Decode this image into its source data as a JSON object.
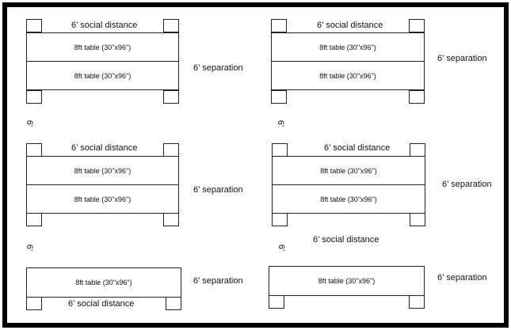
{
  "layout": {
    "social_distance_label": "6’ social distance",
    "separation_label": "6’ separation",
    "table_label": "8ft table (30\"x96\")",
    "side_gap_label": "6’"
  },
  "groups": [
    {
      "name": "top-left",
      "tables": [
        "8ft table (30\"x96\")",
        "8ft table (30\"x96\")"
      ],
      "social_distance": "6’ social distance",
      "separation": "6’ separation",
      "gap": "6’"
    },
    {
      "name": "top-right",
      "tables": [
        "8ft table (30\"x96\")",
        "8ft table (30\"x96\")"
      ],
      "social_distance": "6’ social distance",
      "separation": "6’ separation",
      "gap": "6’"
    },
    {
      "name": "middle-left",
      "tables": [
        "8ft table (30\"x96\")",
        "8ft table (30\"x96\")"
      ],
      "social_distance": "6’ social distance",
      "separation": "6’ separation",
      "gap": "6’"
    },
    {
      "name": "middle-right",
      "tables": [
        "8ft table (30\"x96\")",
        "8ft table (30\"x96\")"
      ],
      "social_distance": "6’ social distance",
      "separation": "6’ separation",
      "gap": "6’"
    },
    {
      "name": "bottom-left",
      "tables": [
        "8ft table (30\"x96\")"
      ],
      "social_distance": "6’ social distance",
      "separation": "6’ separation"
    },
    {
      "name": "bottom-right",
      "tables": [
        "8ft table (30\"x96\")"
      ],
      "social_distance": "6’ social distance",
      "separation": "6’ separation"
    }
  ]
}
